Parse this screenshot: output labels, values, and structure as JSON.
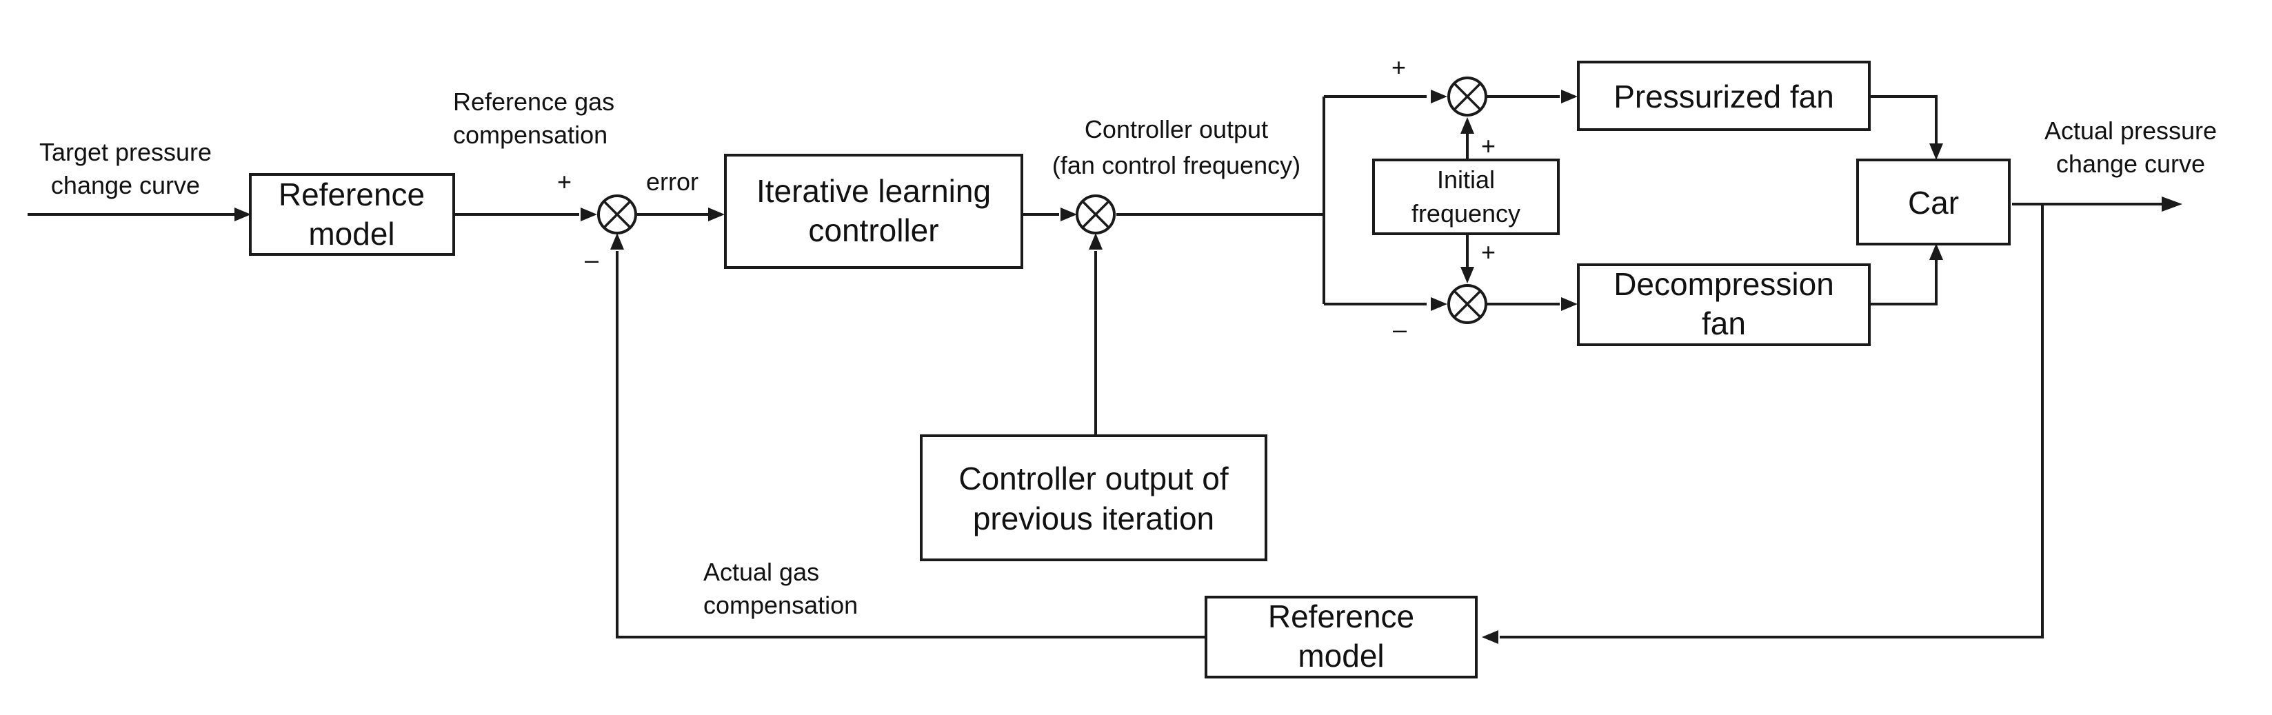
{
  "blocks": {
    "reference_model_top": [
      "Reference",
      "model"
    ],
    "ilc": [
      "Iterative learning",
      "controller"
    ],
    "prev_output": [
      "Controller output of",
      "previous iteration"
    ],
    "initial_frequency": [
      "Initial",
      "frequency"
    ],
    "pressurized_fan": "Pressurized fan",
    "decompression_fan": [
      "Decompression",
      "fan"
    ],
    "car": "Car",
    "reference_model_bottom": [
      "Reference",
      "model"
    ]
  },
  "labels": {
    "target_pressure": [
      "Target pressure",
      "change curve"
    ],
    "reference_gas": [
      "Reference gas",
      "compensation"
    ],
    "error": "error",
    "controller_output": [
      "Controller output",
      "(fan control frequency)"
    ],
    "actual_pressure": [
      "Actual pressure",
      "change curve"
    ],
    "actual_gas": [
      "Actual gas",
      "compensation"
    ]
  },
  "signs": {
    "sum1_plus": "+",
    "sum1_minus": "–",
    "sum_top_plus_left": "+",
    "sum_top_plus_bottom": "+",
    "sum_bottom_plus_top": "+",
    "sum_bottom_minus_left": "–"
  }
}
